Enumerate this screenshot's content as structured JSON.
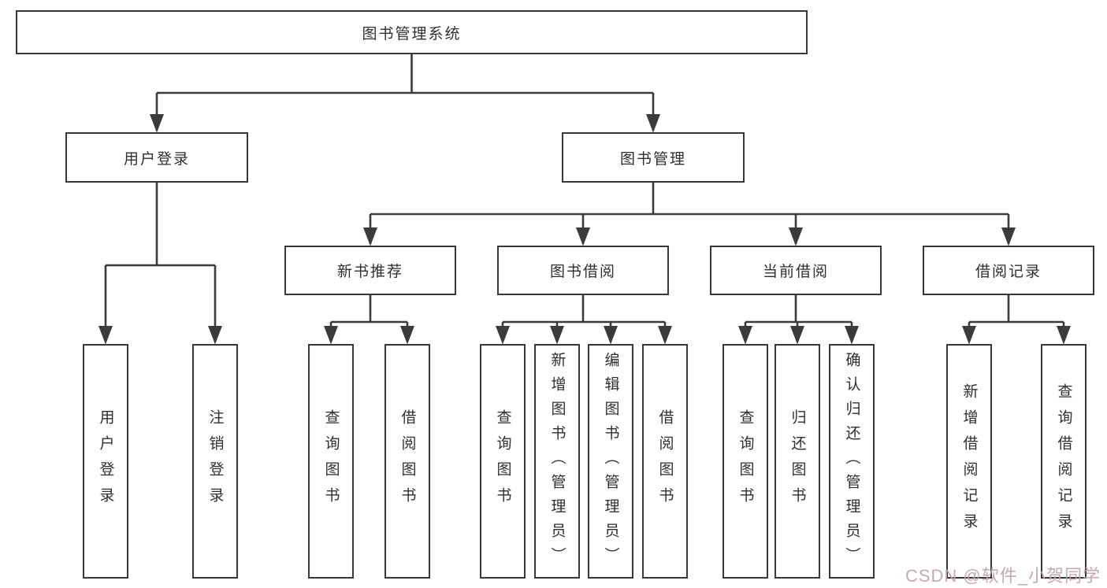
{
  "diagram": {
    "root": "图书管理系统",
    "user_login": {
      "label": "用户登录",
      "children": [
        "用户登录",
        "注销登录"
      ]
    },
    "book_mgmt": {
      "label": "图书管理",
      "modules": [
        {
          "label": "新书推荐",
          "children": [
            "查询图书",
            "借阅图书"
          ]
        },
        {
          "label": "图书借阅",
          "children": [
            "查询图书",
            "新增图书（管理员）",
            "编辑图书（管理员）",
            "借阅图书"
          ]
        },
        {
          "label": "当前借阅",
          "children": [
            "查询图书",
            "归还图书",
            "确认归还（管理员）"
          ]
        },
        {
          "label": "借阅记录",
          "children": [
            "新增借阅记录",
            "查询借阅记录"
          ]
        }
      ]
    },
    "watermark": "CSDN @软件_小贺同学"
  },
  "colors": {
    "line": "#3b3b3b",
    "box_border": "#383838",
    "text": "#2f2f2f",
    "background": "#ffffff",
    "watermark": "#c1a6aa"
  }
}
